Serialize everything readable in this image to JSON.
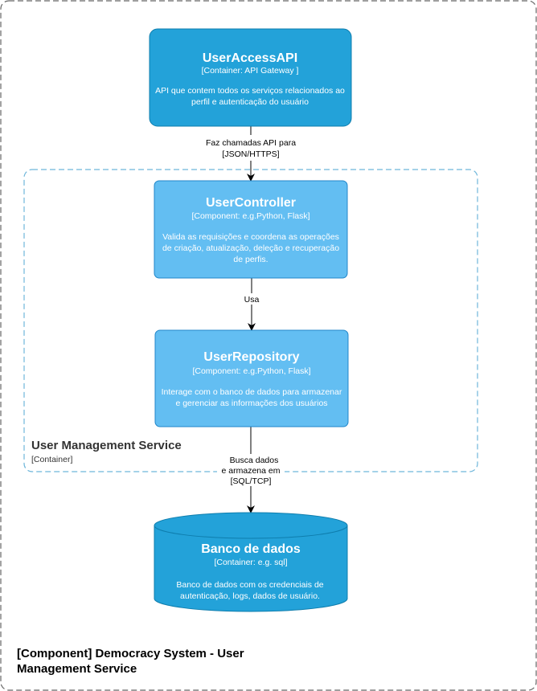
{
  "system": {
    "title_line1": "[Component] Democracy System - User",
    "title_line2": "Management Service"
  },
  "boundary": {
    "title": "User Management Service",
    "type": "[Container]"
  },
  "nodes": {
    "api": {
      "title": "UserAccessAPI",
      "type": "[Container: API Gateway ]",
      "desc_line1": "API que contem todos os serviços relacionados ao",
      "desc_line2": "perfil e autenticação do usuário"
    },
    "controller": {
      "title": "UserController",
      "type": "[Component: e.g.Python, Flask]",
      "desc_line1": "Valida as requisições e coordena as operações",
      "desc_line2": "de criação, atualização, deleção e recuperação",
      "desc_line3": "de perfis."
    },
    "repository": {
      "title": "UserRepository",
      "type": "[Component: e.g.Python, Flask]",
      "desc_line1": "Interage com o banco de dados para armazenar",
      "desc_line2": "e gerenciar as informações dos usuários"
    },
    "database": {
      "title": "Banco de dados",
      "type": "[Container: e.g. sql]",
      "desc_line1": "Banco de dados com os credenciais de",
      "desc_line2": "autenticação, logs, dados de usuário."
    }
  },
  "edges": {
    "api_to_controller": {
      "line1": "Faz chamadas API para",
      "line2": "[JSON/HTTPS]"
    },
    "controller_to_repository": {
      "line1": "Usa"
    },
    "repository_to_database": {
      "line1": "Busca dados",
      "line2": "e armazena em",
      "line3": "[SQL/TCP]"
    }
  },
  "colors": {
    "container_fill": "#23A2D9",
    "container_stroke": "#0E7DAD",
    "component_fill": "#63BEF2",
    "component_stroke": "#2086C9",
    "boundary_stroke": "#6EB6DA",
    "outer_stroke": "#666666"
  }
}
